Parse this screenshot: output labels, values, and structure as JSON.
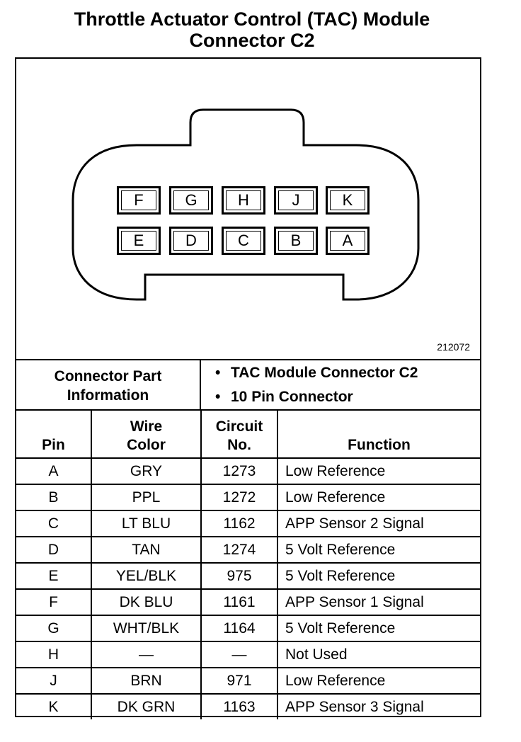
{
  "title": {
    "line1": "Throttle Actuator Control (TAC) Module",
    "line2": "Connector C2"
  },
  "diagram": {
    "figure_id": "212072",
    "pins_top_row": [
      "F",
      "G",
      "H",
      "J",
      "K"
    ],
    "pins_bottom_row": [
      "E",
      "D",
      "C",
      "B",
      "A"
    ]
  },
  "connector_info": {
    "label_line1": "Connector Part",
    "label_line2": "Information",
    "items": [
      "TAC Module Connector C2",
      "10 Pin Connector"
    ],
    "bullet": "•"
  },
  "table": {
    "headers": {
      "pin": "Pin",
      "wire_color_line1": "Wire",
      "wire_color_line2": "Color",
      "circuit_line1": "Circuit",
      "circuit_line2": "No.",
      "function": "Function"
    },
    "rows": [
      {
        "pin": "A",
        "wire_color": "GRY",
        "circuit": "1273",
        "function": "Low Reference"
      },
      {
        "pin": "B",
        "wire_color": "PPL",
        "circuit": "1272",
        "function": "Low Reference"
      },
      {
        "pin": "C",
        "wire_color": "LT BLU",
        "circuit": "1162",
        "function": "APP Sensor 2 Signal"
      },
      {
        "pin": "D",
        "wire_color": "TAN",
        "circuit": "1274",
        "function": "5 Volt Reference"
      },
      {
        "pin": "E",
        "wire_color": "YEL/BLK",
        "circuit": "975",
        "function": "5 Volt Reference"
      },
      {
        "pin": "F",
        "wire_color": "DK BLU",
        "circuit": "1161",
        "function": "APP Sensor 1 Signal"
      },
      {
        "pin": "G",
        "wire_color": "WHT/BLK",
        "circuit": "1164",
        "function": "5 Volt Reference"
      },
      {
        "pin": "H",
        "wire_color": "—",
        "circuit": "—",
        "function": "Not Used"
      },
      {
        "pin": "J",
        "wire_color": "BRN",
        "circuit": "971",
        "function": "Low Reference"
      },
      {
        "pin": "K",
        "wire_color": "DK GRN",
        "circuit": "1163",
        "function": "APP Sensor 3 Signal"
      }
    ]
  }
}
